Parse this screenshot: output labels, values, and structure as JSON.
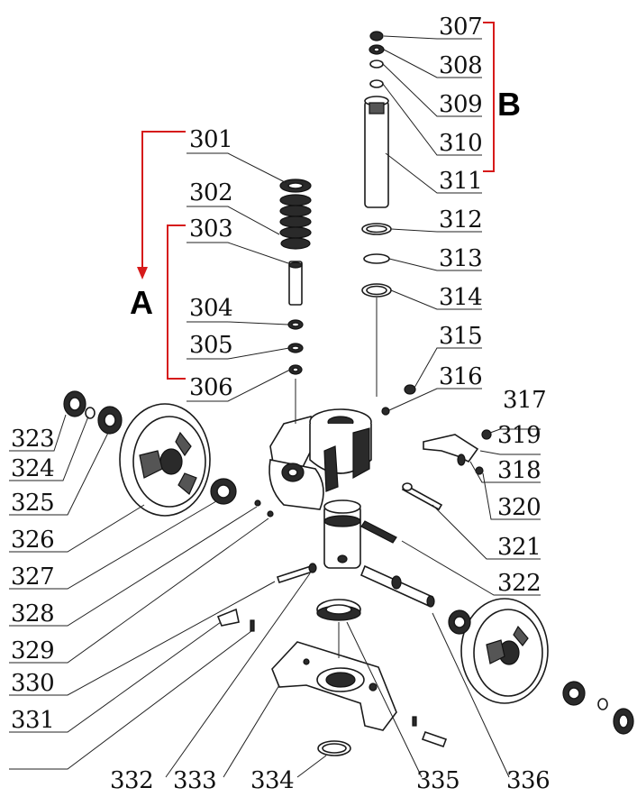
{
  "groups": [
    {
      "letter": "A",
      "color": "#d61a1a"
    },
    {
      "letter": "B",
      "color": "#d61a1a"
    }
  ],
  "callouts": [
    "301",
    "302",
    "303",
    "304",
    "305",
    "306",
    "307",
    "308",
    "309",
    "310",
    "311",
    "312",
    "313",
    "314",
    "315",
    "316",
    "317",
    "318",
    "319",
    "320",
    "321",
    "322",
    "323",
    "324",
    "325",
    "326",
    "327",
    "328",
    "329",
    "330",
    "331",
    "332",
    "333",
    "334",
    "335",
    "336"
  ]
}
